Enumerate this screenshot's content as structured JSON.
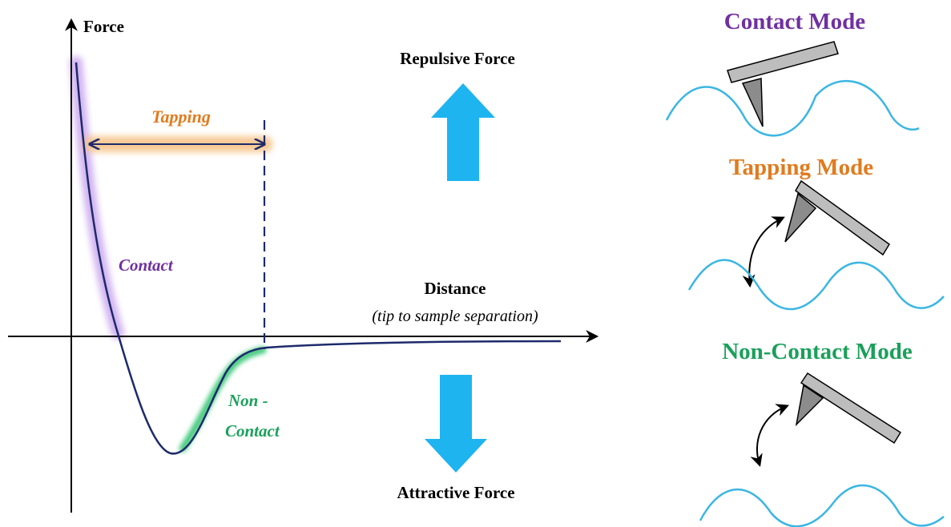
{
  "colors": {
    "curve": "#1d2a6b",
    "axis": "#000000",
    "contact": "#7030a0",
    "tapping": "#e07b1f",
    "noncontact": "#1aa05a",
    "arrow_fill": "#1eb4f0",
    "wave": "#3bb6e3",
    "cantilever": "#bdbdbd"
  },
  "graph": {
    "y_axis_label": "Force",
    "x_axis_label": "Distance",
    "x_axis_sublabel": "(tip to sample separation)",
    "region_contact": "Contact",
    "region_tapping": "Tapping",
    "region_noncontact_line1": "Non -",
    "region_noncontact_line2": "Contact"
  },
  "forces": {
    "repulsive": "Repulsive Force",
    "attractive": "Attractive Force"
  },
  "modes": {
    "contact": "Contact Mode",
    "tapping": "Tapping Mode",
    "noncontact": "Non-Contact Mode"
  }
}
